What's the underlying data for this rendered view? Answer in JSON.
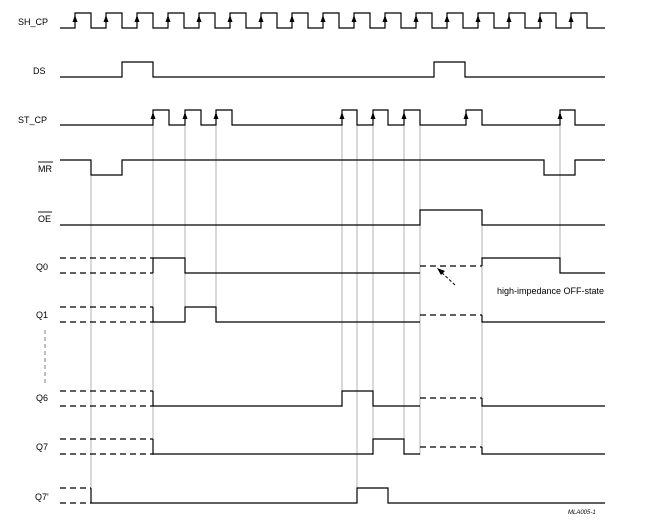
{
  "signals": {
    "sh_cp": "SH_CP",
    "ds": "DS",
    "st_cp": "ST_CP",
    "mr": "MR",
    "oe": "OE",
    "q0": "Q0",
    "q1": "Q1",
    "q6": "Q6",
    "q7": "Q7",
    "q7s": "Q7'"
  },
  "annotation": "high-impedance OFF-state",
  "figure_id": "MLA005-1"
}
